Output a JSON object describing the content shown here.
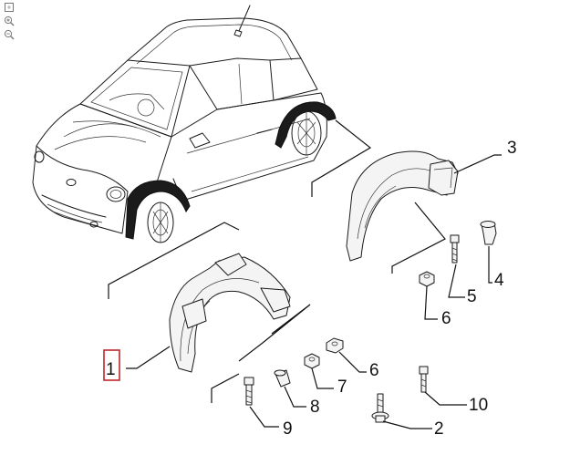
{
  "toolbar": {
    "fit_icon": "fit-page-icon",
    "zoom_in_icon": "zoom-in-icon",
    "zoom_out_icon": "zoom-out-icon"
  },
  "callouts": [
    {
      "id": "1",
      "label": "1",
      "highlighted": true
    },
    {
      "id": "2",
      "label": "2"
    },
    {
      "id": "3",
      "label": "3"
    },
    {
      "id": "4",
      "label": "4"
    },
    {
      "id": "5",
      "label": "5"
    },
    {
      "id": "6a",
      "label": "6"
    },
    {
      "id": "6b",
      "label": "6"
    },
    {
      "id": "7",
      "label": "7"
    },
    {
      "id": "8",
      "label": "8"
    },
    {
      "id": "9",
      "label": "9"
    },
    {
      "id": "10",
      "label": "10"
    }
  ],
  "colors": {
    "highlight": "#c0262b",
    "ink": "#1a1a1a",
    "background": "#ffffff"
  }
}
